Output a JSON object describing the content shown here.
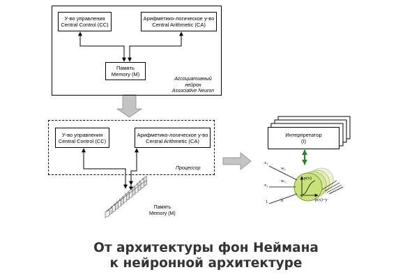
{
  "diagram": {
    "top": {
      "cc": {
        "line1": "У-во управления",
        "line2": "Central Control (CC)"
      },
      "ca": {
        "line1": "Арифметико-логическое у-во",
        "line2": "Central Arithmetic (CA)"
      },
      "memory": {
        "line1": "Память",
        "line2": "Memory (M)"
      },
      "assoc": {
        "line1": "Ассоциативный",
        "line2": "нейрон",
        "line3": "Associative Neuron"
      }
    },
    "middle": {
      "cc": {
        "line1": "У-во управления",
        "line2": "Central Control (CC)"
      },
      "ca": {
        "line1": "Арифметико-логическое у-во",
        "line2": "Central Arithmetic (CA)"
      },
      "processor": "Процессор",
      "memory": {
        "line1": "Память",
        "line2": "Memory (M)"
      }
    },
    "right": {
      "interpreter": {
        "line1": "Интерпретатор",
        "line2": "(I)"
      },
      "neuron": {
        "x1": "x₁",
        "x2": "x₂",
        "one": "1",
        "w1": "w₁",
        "w2": "w₂",
        "u": "u",
        "pxc": "p(x)",
        "pxy": "p(x)~y"
      }
    }
  },
  "title": {
    "line1": "От архитектуры фон Неймана",
    "line2": "к нейронной архитектуре"
  },
  "colors": {
    "grey_arrow": "#c4c4c4",
    "green_arrow": "#1e8a1e",
    "neuron_green": "#c9e27a",
    "title_text": "#333333"
  }
}
